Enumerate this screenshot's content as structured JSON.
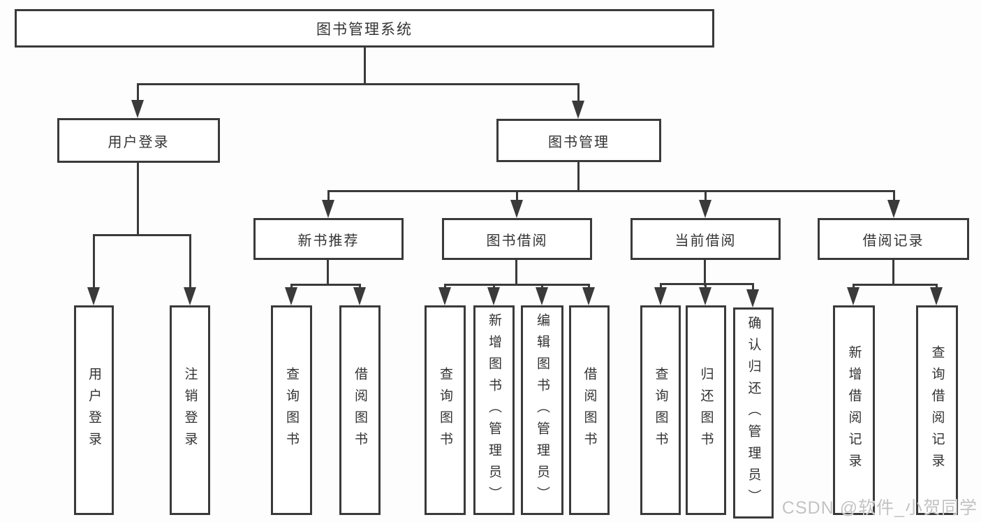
{
  "diagram": {
    "title": "图书管理系统",
    "tree": {
      "label": "图书管理系统",
      "children": [
        {
          "label": "用户登录",
          "children": [
            {
              "label": "用户登录"
            },
            {
              "label": "注销登录"
            }
          ]
        },
        {
          "label": "图书管理",
          "children": [
            {
              "label": "新书推荐",
              "children": [
                {
                  "label": "查询图书"
                },
                {
                  "label": "借阅图书"
                }
              ]
            },
            {
              "label": "图书借阅",
              "children": [
                {
                  "label": "查询图书"
                },
                {
                  "label": "新增图书（管理员）"
                },
                {
                  "label": "编辑图书（管理员）"
                },
                {
                  "label": "借阅图书"
                }
              ]
            },
            {
              "label": "当前借阅",
              "children": [
                {
                  "label": "查询图书"
                },
                {
                  "label": "归还图书"
                },
                {
                  "label": "确认归还（管理员）"
                }
              ]
            },
            {
              "label": "借阅记录",
              "children": [
                {
                  "label": "新增借阅记录"
                },
                {
                  "label": "查询借阅记录"
                }
              ]
            }
          ]
        }
      ]
    },
    "colors": {
      "line": "#3a3a3a",
      "text": "#333333",
      "box_background": "#ffffff",
      "page_background": "#fdfdfd",
      "watermark": "#c3c3c3"
    }
  },
  "watermark": {
    "text": "CSDN @软件_小贺同学"
  }
}
